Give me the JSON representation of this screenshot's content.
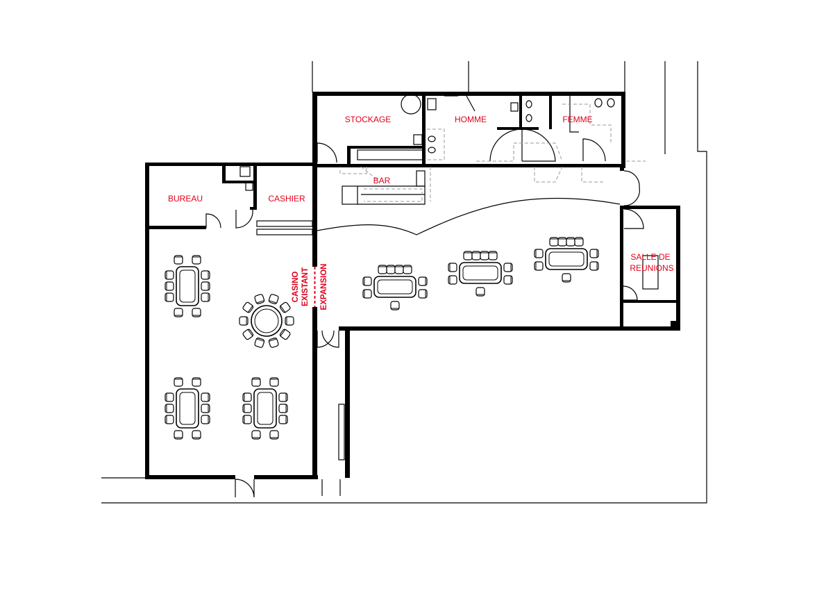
{
  "rooms": {
    "stockage": "STOCKAGE",
    "homme": "HOMME",
    "femme": "FEMME",
    "bar": "BAR",
    "bureau": "BUREAU",
    "cashier": "CASHIER",
    "salle_line1": "SALLE DE",
    "salle_line2": "REUNIONS"
  },
  "zones": {
    "casino": "CASINO",
    "existant": "EXISTANT",
    "expansion": "EXPANSION"
  },
  "colors": {
    "label": "#e0001b",
    "wall": "#000000",
    "hidden_line": "#9a9a9a"
  }
}
